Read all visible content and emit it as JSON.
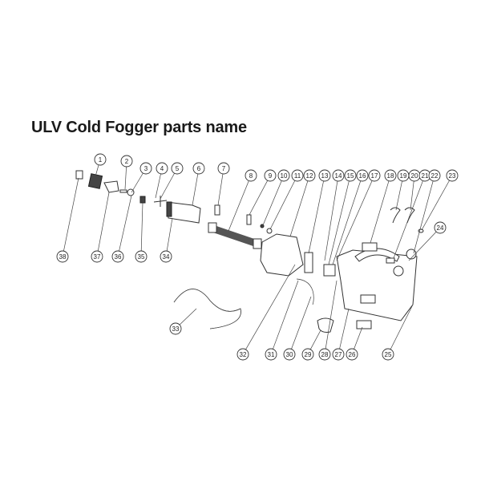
{
  "title": "ULV Cold Fogger parts name",
  "callouts": [
    "1",
    "2",
    "3",
    "4",
    "5",
    "6",
    "7",
    "8",
    "9",
    "10",
    "11",
    "12",
    "13",
    "14",
    "15",
    "16",
    "17",
    "18",
    "19",
    "20",
    "21",
    "22",
    "23",
    "24",
    "25",
    "26",
    "27",
    "28",
    "29",
    "30",
    "31",
    "32",
    "33",
    "34",
    "35",
    "36",
    "37",
    "38"
  ]
}
